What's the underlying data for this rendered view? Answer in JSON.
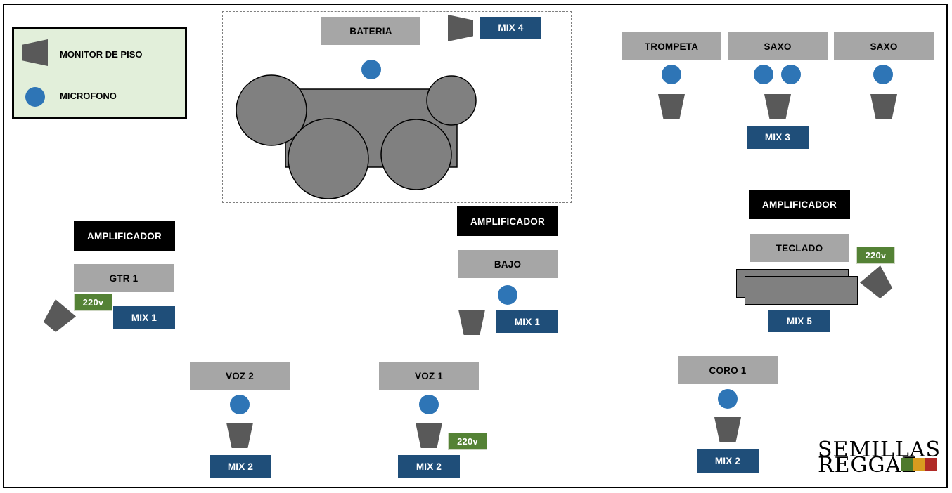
{
  "legend": {
    "monitor_label": "MONITOR DE PISO",
    "mic_label": "MICROFONO"
  },
  "drums": {
    "label": "BATERIA",
    "mix": "MIX 4"
  },
  "horns": {
    "trompeta": "TROMPETA",
    "saxo_1": "SAXO",
    "saxo_2": "SAXO",
    "mix": "MIX 3"
  },
  "keys": {
    "amp": "AMPLIFICADOR",
    "label": "TECLADO",
    "power": "220v",
    "mix": "MIX 5"
  },
  "bass": {
    "amp": "AMPLIFICADOR",
    "label": "BAJO",
    "mix": "MIX 1"
  },
  "guitar": {
    "amp": "AMPLIFICADOR",
    "label": "GTR 1",
    "power": "220v",
    "mix": "MIX 1"
  },
  "voz2": {
    "label": "VOZ 2",
    "mix": "MIX 2"
  },
  "voz1": {
    "label": "VOZ 1",
    "mix": "MIX 2",
    "power": "220v"
  },
  "coro1": {
    "label": "CORO 1",
    "mix": "MIX 2"
  },
  "logo": {
    "line1": "SEMILLAS",
    "line2": "REGGAE",
    "colors": [
      "#4e7a2c",
      "#d99b1f",
      "#b02a27"
    ]
  },
  "colors": {
    "label_gray": "#a6a6a6",
    "mix_blue": "#1f4e79",
    "power_green": "#548235",
    "mic_blue": "#2e75b6",
    "monitor_gray": "#595959",
    "legend_bg": "#e2efda"
  }
}
